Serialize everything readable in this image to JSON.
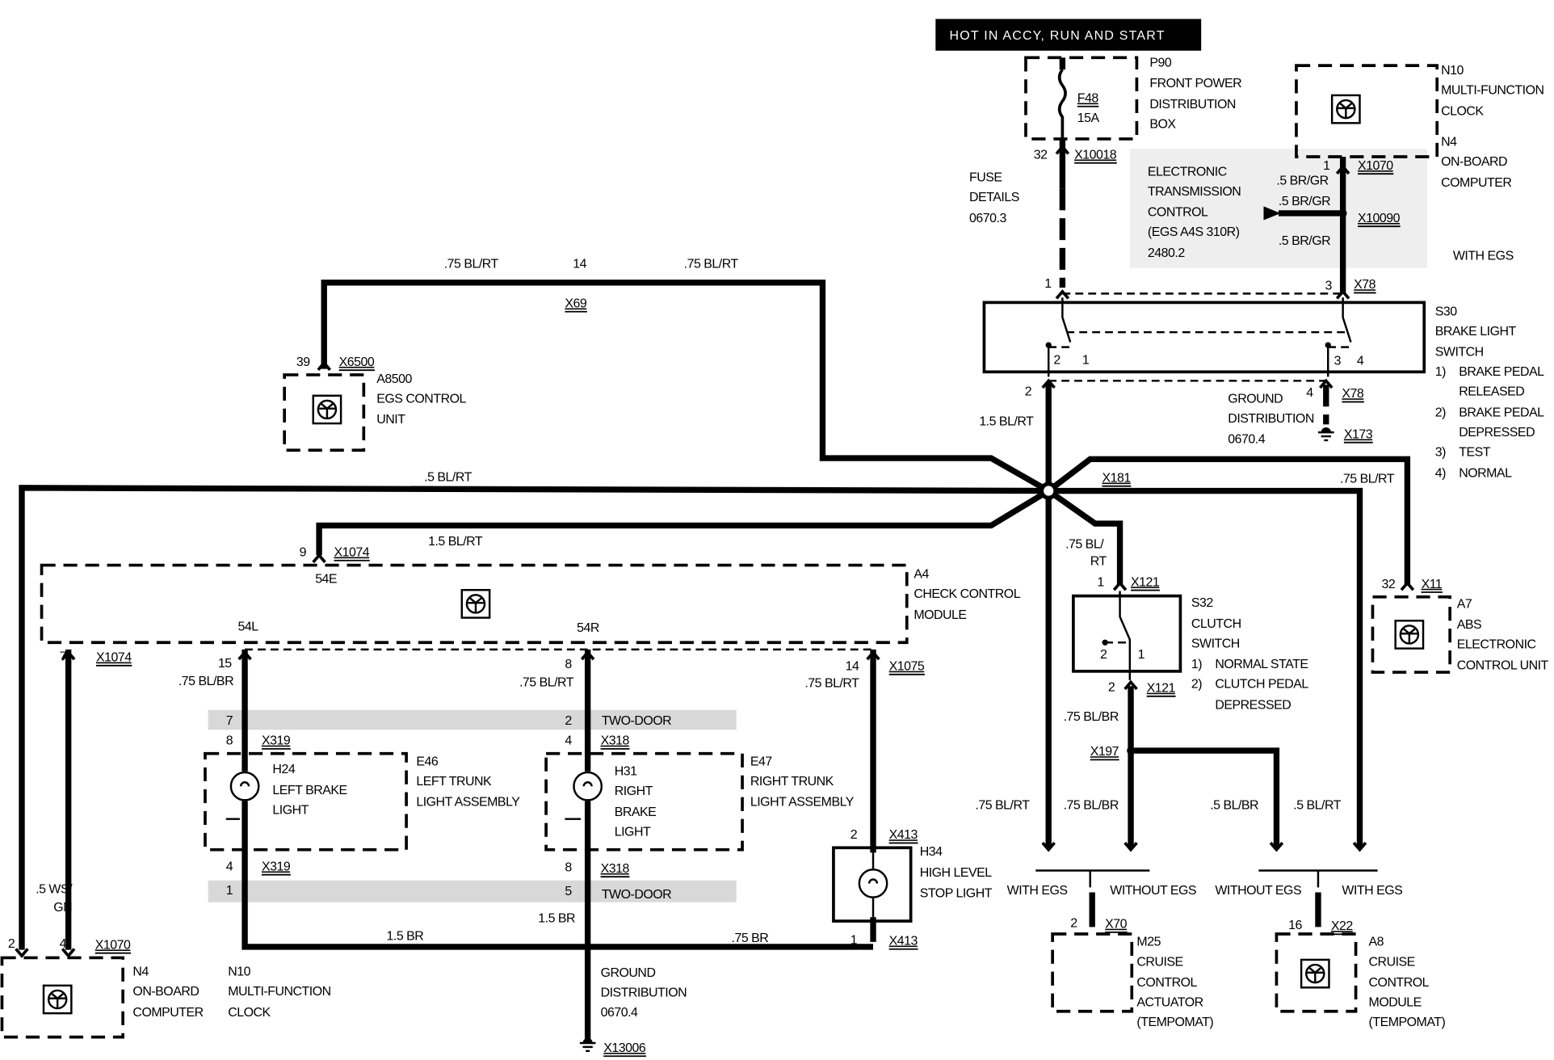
{
  "header": {
    "title": "HOT IN ACCY, RUN AND START"
  },
  "colors": {
    "wire": "#000000",
    "background": "#ffffff",
    "title_bg": "#000000",
    "title_text": "#ffffff",
    "shading": "#d8d8d8"
  },
  "icons": [
    "fuse-icon",
    "module-icon",
    "lamp-icon",
    "ground-icon",
    "switch-icon",
    "splice-icon"
  ],
  "components": {
    "p90": {
      "id": "P90",
      "l1": "FRONT POWER",
      "l2": "DISTRIBUTION",
      "l3": "BOX",
      "fuse": "F48",
      "amps": "15A",
      "pin": "32",
      "conn": "X10018"
    },
    "fuse_details": {
      "l1": "FUSE",
      "l2": "DETAILS",
      "l3": "0670.3"
    },
    "n10_top": {
      "id": "N10",
      "l1": "MULTI-FUNCTION",
      "l2": "CLOCK",
      "id2": "N4",
      "l3": "ON-BOARD",
      "l4": "COMPUTER",
      "pin": "1",
      "conn": "X1070"
    },
    "egs_ref": {
      "l1": "ELECTRONIC",
      "l2": "TRANSMISSION",
      "l3": "CONTROL",
      "l4": "(EGS A4S 310R)",
      "l5": "2480.2",
      "w1": ".5  BR/GR",
      "w2": ".5  BR/GR",
      "w3": ".5  BR/GR",
      "conn": "X10090",
      "with_egs": "WITH EGS"
    },
    "s30": {
      "pin_left": "1",
      "pin_right": "3",
      "conn_top": "X78",
      "id": "S30",
      "l1": "BRAKE LIGHT",
      "l2": "SWITCH",
      "n1": "1)",
      "s1a": "BRAKE PEDAL",
      "s1b": "RELEASED",
      "n2": "2)",
      "s2a": "BRAKE PEDAL",
      "s2b": "DEPRESSED",
      "n3": "3)",
      "s3": "TEST",
      "n4": "4)",
      "s4": "NORMAL",
      "p2": "2",
      "p1": "1",
      "p3": "3",
      "p4": "4",
      "out_pin": "2",
      "gnd_pin": "4",
      "gnd_conn": "X78"
    },
    "ground_top": {
      "l1": "GROUND",
      "l2": "DISTRIBUTION",
      "l3": "0670.4",
      "conn": "X173"
    },
    "a8500": {
      "pin": "39",
      "conn": "X6500",
      "id": "A8500",
      "l1": "EGS CONTROL",
      "l2": "UNIT"
    },
    "x69": {
      "pin": "14",
      "conn": "X69",
      "wire_left": ".75 BL/RT",
      "wire_right": ".75 BL/RT"
    },
    "wires": {
      "main": "1.5 BL/RT",
      "left_long": ".5 BL/RT",
      "to_a4": "1.5 BL/RT",
      "x181": "X181",
      "to_a7": ".75 BL/RT",
      "clutch_a": ".75 BL/",
      "clutch_b": "RT",
      "clutch_out": ".75 BL/BR",
      "x197": "X197",
      "b1": ".75 BL/RT",
      "b2": ".75 BL/BR",
      "b3": ".5  BL/BR",
      "b4": ".5  BL/RT"
    },
    "a4": {
      "pin": "9",
      "conn": "X1074",
      "term": "54E",
      "id": "A4",
      "l1": "CHECK CONTROL",
      "l2": "MODULE",
      "t54l": "54L",
      "t54r": "54R",
      "p7": "7",
      "c7": "X1074",
      "p15": "15",
      "w15": ".75 BL/BR",
      "p8": "8",
      "w8": ".75 BL/RT",
      "p14": "14",
      "w14": ".75 BL/RT",
      "c14": "X1075"
    },
    "two_door": {
      "a7": "7",
      "a2": "2",
      "label": "TWO-DOOR",
      "b1": "1",
      "b5": "5",
      "label2": "TWO-DOOR"
    },
    "e46": {
      "pin_in": "8",
      "conn_in": "X319",
      "lamp": "H24",
      "l1": "LEFT BRAKE",
      "l2": "LIGHT",
      "id": "E46",
      "a1": "LEFT TRUNK",
      "a2": "LIGHT ASSEMBLY",
      "pin_out": "4",
      "conn_out": "X319"
    },
    "e47": {
      "pin_in": "4",
      "conn_in": "X318",
      "lamp": "H31",
      "l1": "RIGHT",
      "l2": "BRAKE",
      "l3": "LIGHT",
      "id": "E47",
      "a1": "RIGHT TRUNK",
      "a2": "LIGHT ASSEMBLY",
      "pin_out": "8",
      "conn_out": "X318"
    },
    "h34": {
      "pin_in": "2",
      "conn_in": "X413",
      "id": "H34",
      "l1": "HIGH LEVEL",
      "l2": "STOP LIGHT",
      "pin_out": "1",
      "conn_out": "X413"
    },
    "bottom_wires": {
      "w1": "1.5 BR",
      "w2": "1.5 BR",
      "w3": ".75 BR"
    },
    "ground_bottom": {
      "l1": "GROUND",
      "l2": "DISTRIBUTION",
      "l3": "0670.4",
      "conn": "X13006"
    },
    "n4_bottom": {
      "wire_a": ".5 WS/",
      "wire_b": "GN",
      "p2": "2",
      "p4": "4",
      "conn": "X1070",
      "id": "N4",
      "l1": "ON-BOARD",
      "l2": "COMPUTER",
      "id2": "N10",
      "l3": "MULTI-FUNCTION",
      "l4": "CLOCK"
    },
    "s32": {
      "pin_in": "1",
      "conn_in": "X121",
      "id": "S32",
      "l1": "CLUTCH",
      "l2": "SWITCH",
      "n1": "1)",
      "s1": "NORMAL STATE",
      "n2": "2)",
      "s2a": "CLUTCH PEDAL",
      "s2b": "DEPRESSED",
      "p2": "2",
      "p1": "1",
      "pin_out": "2",
      "conn_out": "X121"
    },
    "a7": {
      "pin": "32",
      "conn": "X11",
      "id": "A7",
      "l1": "ABS",
      "l2": "ELECTRONIC",
      "l3": "CONTROL UNIT"
    },
    "m25": {
      "with": "WITH EGS",
      "without": "WITHOUT EGS",
      "pin": "2",
      "conn": "X70",
      "id": "M25",
      "l1": "CRUISE",
      "l2": "CONTROL",
      "l3": "ACTUATOR",
      "l4": "(TEMPOMAT)"
    },
    "a8": {
      "without": "WITHOUT EGS",
      "with": "WITH EGS",
      "pin": "16",
      "conn": "X22",
      "id": "A8",
      "l1": "CRUISE",
      "l2": "CONTROL",
      "l3": "MODULE",
      "l4": "(TEMPOMAT)"
    }
  }
}
